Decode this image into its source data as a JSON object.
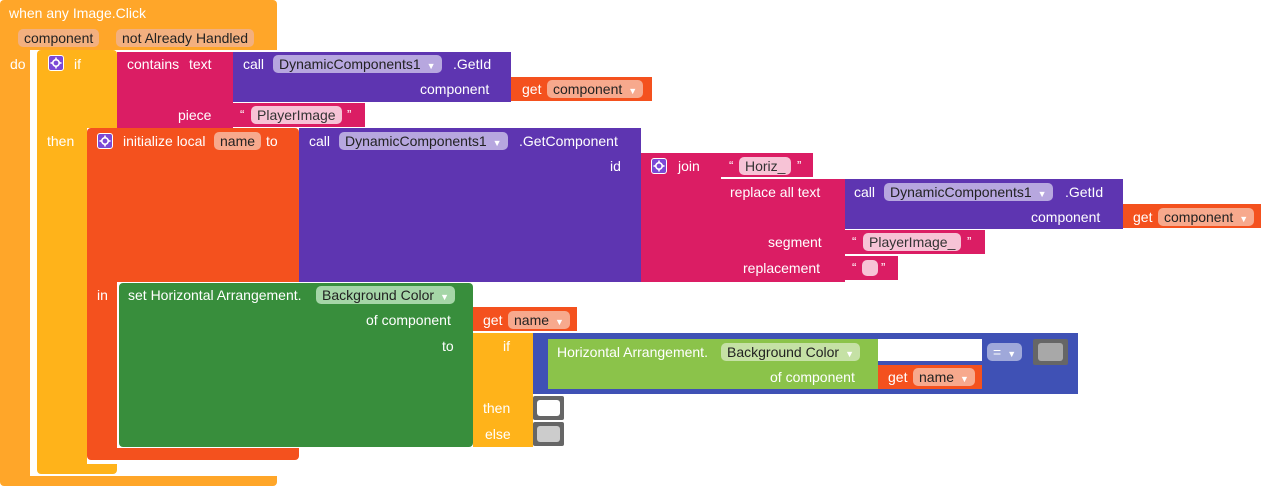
{
  "event": {
    "header": "when any Image.Click",
    "params": [
      "component",
      "not Already Handled"
    ],
    "do_label": "do"
  },
  "if_block": {
    "if_label": "if",
    "then_label": "then"
  },
  "contains": {
    "label": "contains",
    "mode": "text",
    "piece_label": "piece",
    "piece_value": "PlayerImage"
  },
  "call_getid_1": {
    "call": "call",
    "component": "DynamicComponents1",
    "method": ".GetId",
    "arg_label": "component",
    "get": "get",
    "get_var": "component"
  },
  "local": {
    "label": "initialize local",
    "var_name": "name",
    "to": "to",
    "in": "in"
  },
  "getcomponent": {
    "call": "call",
    "component": "DynamicComponents1",
    "method": ".GetComponent",
    "id_label": "id"
  },
  "join": {
    "label": "join",
    "text1": "Horiz_"
  },
  "replace": {
    "label": "replace all text",
    "segment_label": "segment",
    "segment_value": "PlayerImage_",
    "replacement_label": "replacement",
    "replacement_value": ""
  },
  "call_getid_2": {
    "call": "call",
    "component": "DynamicComponents1",
    "method": ".GetId",
    "arg_label": "component",
    "get": "get",
    "get_var": "component"
  },
  "setter": {
    "label": "set Horizontal Arrangement.",
    "property": "Background Color",
    "of_component": "of component",
    "get": "get",
    "get_var": "name",
    "to": "to"
  },
  "inline_if": {
    "if_label": "if",
    "then_label": "then",
    "else_label": "else"
  },
  "getter": {
    "label": "Horizontal Arrangement.",
    "property": "Background Color",
    "of_component": "of component",
    "get": "get",
    "get_var": "name"
  },
  "compare": {
    "operator": "="
  },
  "colors": {
    "event": "#ffa629",
    "control": "#ffb31a",
    "text": "#db1d64",
    "component_call": "#5e35b1",
    "variable": "#f4511e",
    "setter": "#388e3c",
    "getter": "#8bc34a",
    "math": "#3f51b5",
    "color_white": "#ffffff",
    "color_light_gray": "#cccccc",
    "color_gray": "#a8a8a8"
  }
}
